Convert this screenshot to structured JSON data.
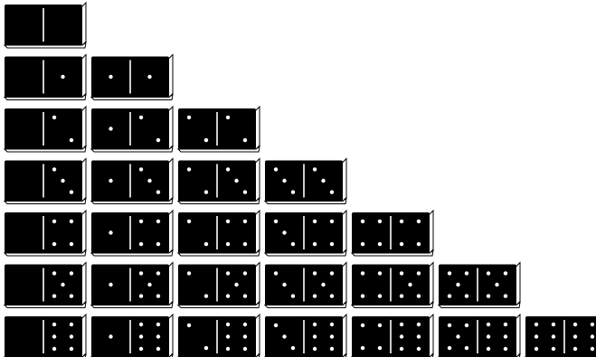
{
  "dominoes": [
    [
      0,
      0
    ],
    [
      0,
      1
    ],
    [
      1,
      1
    ],
    [
      0,
      2
    ],
    [
      1,
      2
    ],
    [
      2,
      2
    ],
    [
      0,
      3
    ],
    [
      1,
      3
    ],
    [
      2,
      3
    ],
    [
      3,
      3
    ],
    [
      0,
      4
    ],
    [
      1,
      4
    ],
    [
      2,
      4
    ],
    [
      3,
      4
    ],
    [
      4,
      4
    ],
    [
      0,
      5
    ],
    [
      1,
      5
    ],
    [
      2,
      5
    ],
    [
      3,
      5
    ],
    [
      4,
      5
    ],
    [
      5,
      5
    ],
    [
      0,
      6
    ],
    [
      1,
      6
    ],
    [
      2,
      6
    ],
    [
      3,
      6
    ],
    [
      4,
      6
    ],
    [
      5,
      6
    ],
    [
      6,
      6
    ]
  ],
  "colors": {
    "face": "#000000",
    "pip": "#ffffff",
    "divider": "#ffffff",
    "edge": "#ffffff",
    "edge_stroke": "#000000",
    "background": "#ffffff"
  }
}
